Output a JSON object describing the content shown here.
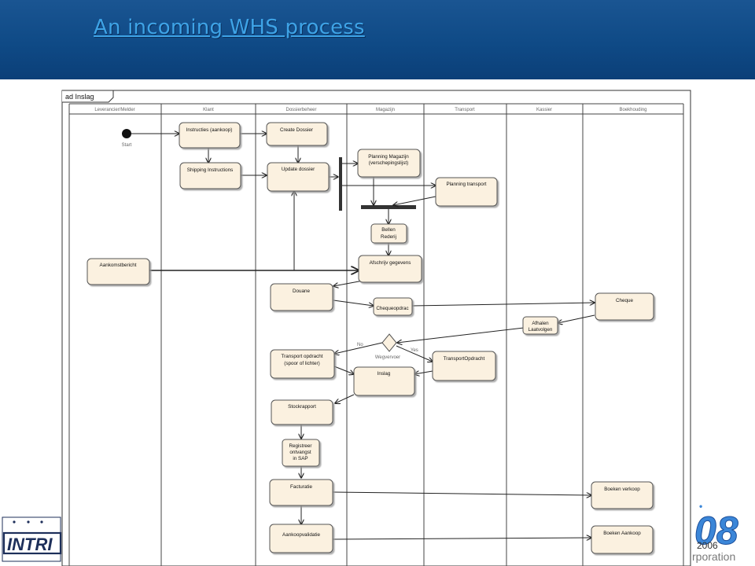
{
  "header": {
    "title": "An incoming WHS process"
  },
  "footer": {
    "year": "2006",
    "corp_fragment": "rporation",
    "logo_fragment": "INTRI",
    "event_logo_fragment": "08"
  },
  "diagram": {
    "frame_label": "ad Inslag",
    "lanes": [
      "Leverancier/Melder",
      "Klant",
      "Dossierbeheer",
      "Magazijn",
      "Transport",
      "Kassier",
      "Boekhouding"
    ],
    "start_label": "Start",
    "nodes": {
      "instructies": "Instructies (aankoop)",
      "shipping": "Shipping Instructions",
      "create_dossier": "Create Dossier",
      "update_dossier": "Update dossier",
      "planning_magazijn_1": "Planning Magazijn",
      "planning_magazijn_2": "(verschepingslijst)",
      "planning_transport": "Planning transport",
      "bellen_1": "Bellen",
      "bellen_2": "Rederij",
      "aankomstbericht": "Aankomstbericht",
      "afschrijv": "Afschrijv gegevens",
      "douane": "Douane",
      "chequeopdracht": "Chequeopdrac",
      "cheque": "Cheque",
      "afhalen_1": "Afhalen",
      "afhalen_2": "Laatvolgen",
      "transport_opdracht_1": "Transport opdracht",
      "transport_opdracht_2": "(spoor of lichter)",
      "transportopdracht": "TransportOpdracht",
      "inslag": "Inslag",
      "stockrapport": "Stockrapport",
      "registreer_1": "Registreer",
      "registreer_2": "ontvangst",
      "registreer_3": "in SAP",
      "facturatie": "Facturatie",
      "boeken_verkoop": "Boeken verkoop",
      "aankoopvalidatie": "Aankoopvalidatie",
      "boeken_aankoop": "Boeken Aankoop"
    },
    "decision_label": "Wegvervoer",
    "guard_no": "No",
    "guard_yes": "Yes"
  },
  "colors": {
    "header_bg": "#0f4a86",
    "title": "#3ea3e6",
    "node_fill": "#fbf1e0",
    "node_stroke": "#555555"
  }
}
